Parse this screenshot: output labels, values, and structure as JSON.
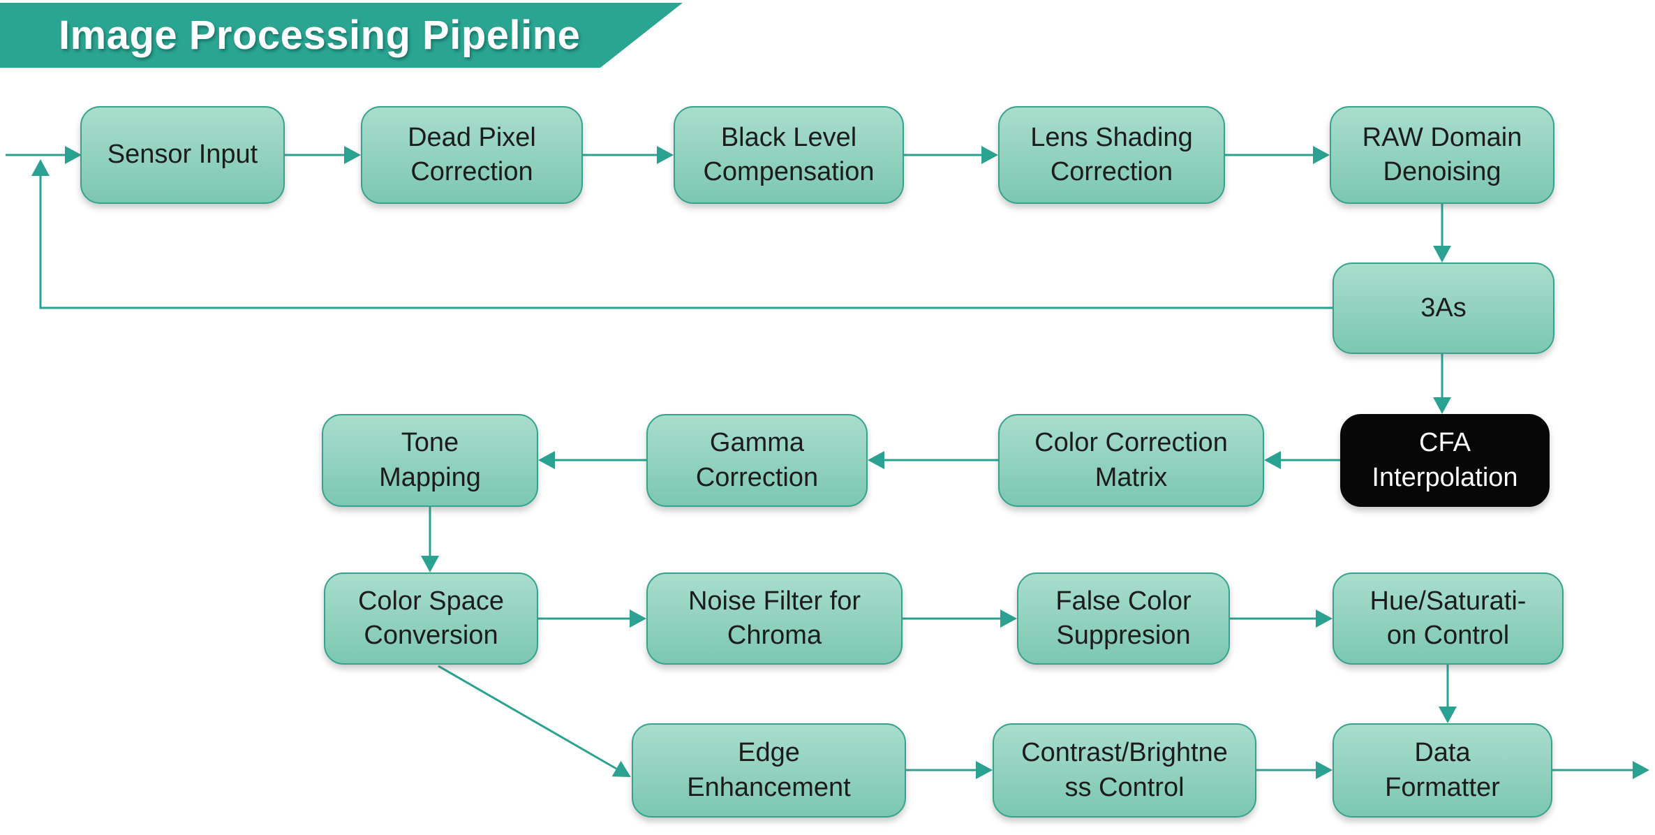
{
  "title": "Image Processing Pipeline",
  "colors": {
    "background": "#FFFFFF",
    "banner": "#2AA592",
    "arrow": "#2BA291",
    "box_fill_top": "#A9DDCC",
    "box_fill_bottom": "#7CC7B2",
    "box_border": "#35A28D",
    "box_text": "#1C1C1C",
    "highlight_box_fill": "#070707",
    "highlight_box_text": "#FFFFFF"
  },
  "nodes": {
    "sensor_input": {
      "label": "Sensor Input"
    },
    "dead_pixel_correction": {
      "label": "Dead Pixel\nCorrection"
    },
    "black_level_compensation": {
      "label": "Black Level\nCompensation"
    },
    "lens_shading_correction": {
      "label": "Lens Shading\nCorrection"
    },
    "raw_domain_denoising": {
      "label": "RAW Domain\nDenoising"
    },
    "three_as": {
      "label": "3As"
    },
    "cfa_interpolation": {
      "label": "CFA\nInterpolation",
      "highlighted": true
    },
    "color_correction_matrix": {
      "label": "Color Correction\nMatrix"
    },
    "gamma_correction": {
      "label": "Gamma\nCorrection"
    },
    "tone_mapping": {
      "label": "Tone\nMapping"
    },
    "color_space_conversion": {
      "label": "Color Space\nConversion"
    },
    "noise_filter_for_chroma": {
      "label": "Noise Filter for\nChroma"
    },
    "false_color_suppresion": {
      "label": "False Color\nSuppresion"
    },
    "hue_saturation_control": {
      "label": "Hue/Saturati-\non Control"
    },
    "edge_enhancement": {
      "label": "Edge\nEnhancement"
    },
    "contrast_brightness_control": {
      "label": "Contrast/Brightne\nss Control"
    },
    "data_formatter": {
      "label": "Data\nFormatter"
    }
  }
}
